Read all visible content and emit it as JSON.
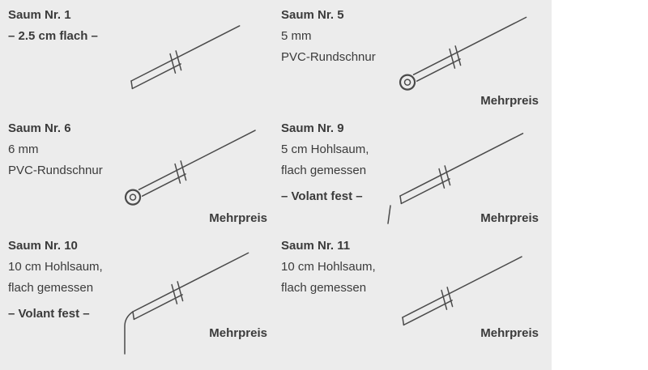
{
  "colors": {
    "background_gray": "#ececec",
    "background_white": "#ffffff",
    "diagram_line": "#4a4a4a",
    "text": "#3b3b3b"
  },
  "cards": [
    {
      "id": "saum-1",
      "title": "Saum Nr. 1",
      "note": "– 2.5 cm flach –",
      "diagram": "plain-hem-diagram"
    },
    {
      "id": "saum-5",
      "title": "Saum Nr. 5",
      "lines": [
        "5 mm",
        "PVC-Rundschnur"
      ],
      "diagram": "hem-with-pvc-cord-diagram",
      "price_label": "Mehrpreis"
    },
    {
      "id": "saum-6",
      "title": "Saum Nr. 6",
      "lines": [
        "6 mm",
        "PVC-Rundschnur"
      ],
      "diagram": "hem-with-pvc-cord-diagram",
      "price_label": "Mehrpreis"
    },
    {
      "id": "saum-9",
      "title": "Saum Nr. 9",
      "lines": [
        "5 cm Hohlsaum,",
        "flach gemessen"
      ],
      "note": "– Volant fest –",
      "diagram": "plain-hem-with-volant-mark-diagram",
      "price_label": "Mehrpreis"
    },
    {
      "id": "saum-10",
      "title": "Saum Nr. 10",
      "lines": [
        "10 cm Hohlsaum,",
        "flach gemessen"
      ],
      "note": "– Volant fest –",
      "diagram": "plain-hem-with-corner-diagram",
      "price_label": "Mehrpreis"
    },
    {
      "id": "saum-11",
      "title": "Saum Nr. 11",
      "lines": [
        "10 cm Hohlsaum,",
        "flach gemessen"
      ],
      "diagram": "plain-hem-diagram",
      "price_label": "Mehrpreis"
    }
  ]
}
